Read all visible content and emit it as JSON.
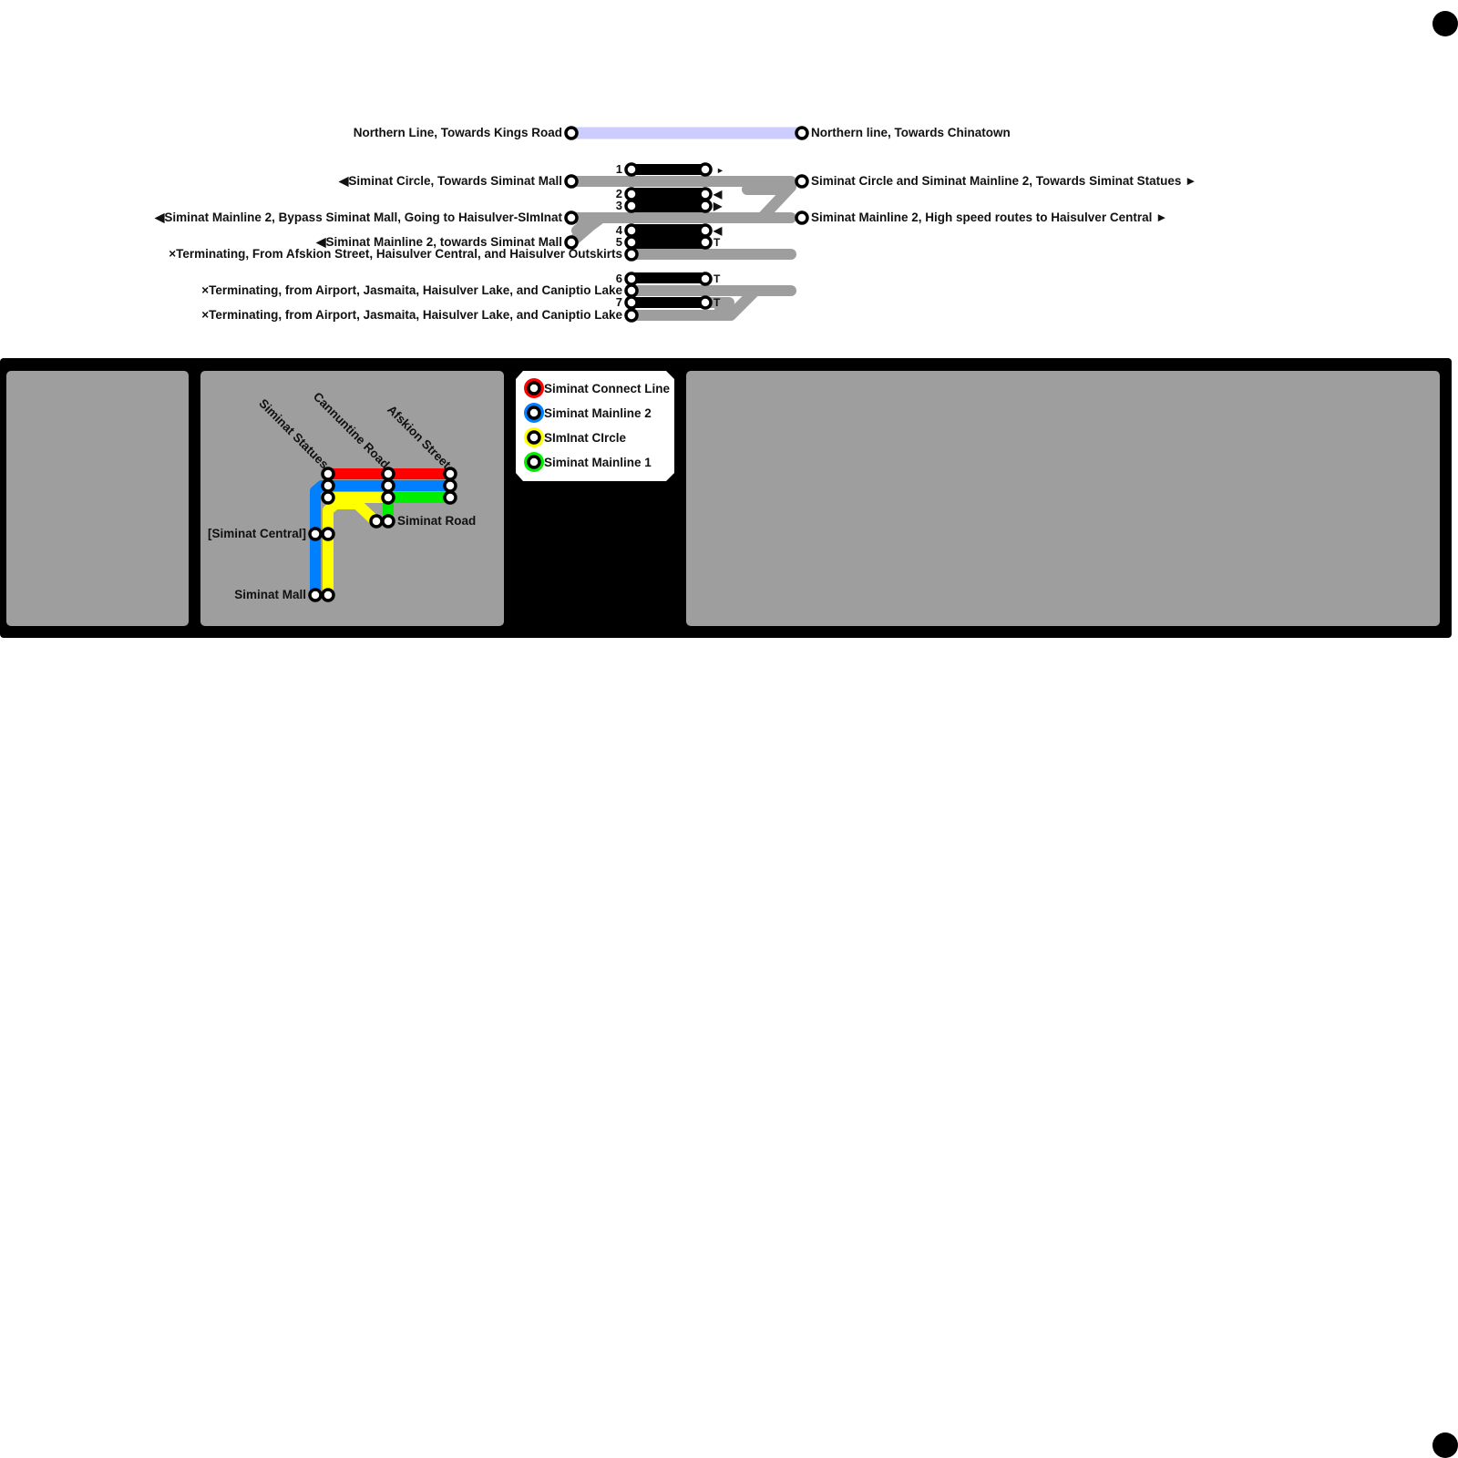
{
  "colors": {
    "northern_track": "#ccccff",
    "track": "#9e9e9e",
    "platform": "#000000",
    "panel_bg": "#000000",
    "panel": "#9e9e9e",
    "connect_line": "#ff0000",
    "mainline2": "#0080ff",
    "circle": "#ffff00",
    "mainline1": "#00ee00"
  },
  "track_diagram": {
    "left_labels": {
      "northern_kings": "Northern Line, Towards Kings Road",
      "circle_mall": "◀Siminat Circle, Towards Siminat Mall",
      "bypass": "◀Siminat Mainline 2, Bypass Siminat Mall, Going to Haisulver-SImInat",
      "ml2_mall": "◀Siminat Mainline 2, towards Siminat Mall",
      "term_afskion": "×Terminating, From Afskion Street, Haisulver Central, and Haisulver Outskirts",
      "term_airport_1": "×Terminating, from Airport, Jasmaita, Haisulver Lake, and Caniptio Lake",
      "term_airport_2": "×Terminating, from Airport, Jasmaita, Haisulver Lake, and Caniptio Lake"
    },
    "right_labels": {
      "northern_chinatown": "Northern line, Towards Chinatown",
      "statues": "Siminat Circle and Siminat Mainline 2, Towards Siminat Statues ►",
      "haisulver": "Siminat Mainline 2, High speed routes to Haisulver Central ►"
    },
    "platforms": [
      {
        "number": "1",
        "marker": "►"
      },
      {
        "number": "2",
        "marker": "◀"
      },
      {
        "number": "3",
        "marker": "▶"
      },
      {
        "number": "4",
        "marker": "◀"
      },
      {
        "number": "5",
        "marker": "T"
      },
      {
        "number": "6",
        "marker": "T"
      },
      {
        "number": "7",
        "marker": "T"
      }
    ]
  },
  "map": {
    "stations": {
      "statues": "Siminat Statues",
      "cannuntine": "Cannuntine Road",
      "afskion": "Afskion Street",
      "central": "[Siminat Central]",
      "mall": "Siminat Mall",
      "road": "Siminat Road"
    }
  },
  "legend": {
    "items": [
      {
        "label": "Siminat Connect Line",
        "color": "#ff0000"
      },
      {
        "label": "Siminat Mainline 2",
        "color": "#0080ff"
      },
      {
        "label": "SImInat CIrcle",
        "color": "#ffff00"
      },
      {
        "label": "Siminat Mainline 1",
        "color": "#00ee00"
      }
    ]
  }
}
